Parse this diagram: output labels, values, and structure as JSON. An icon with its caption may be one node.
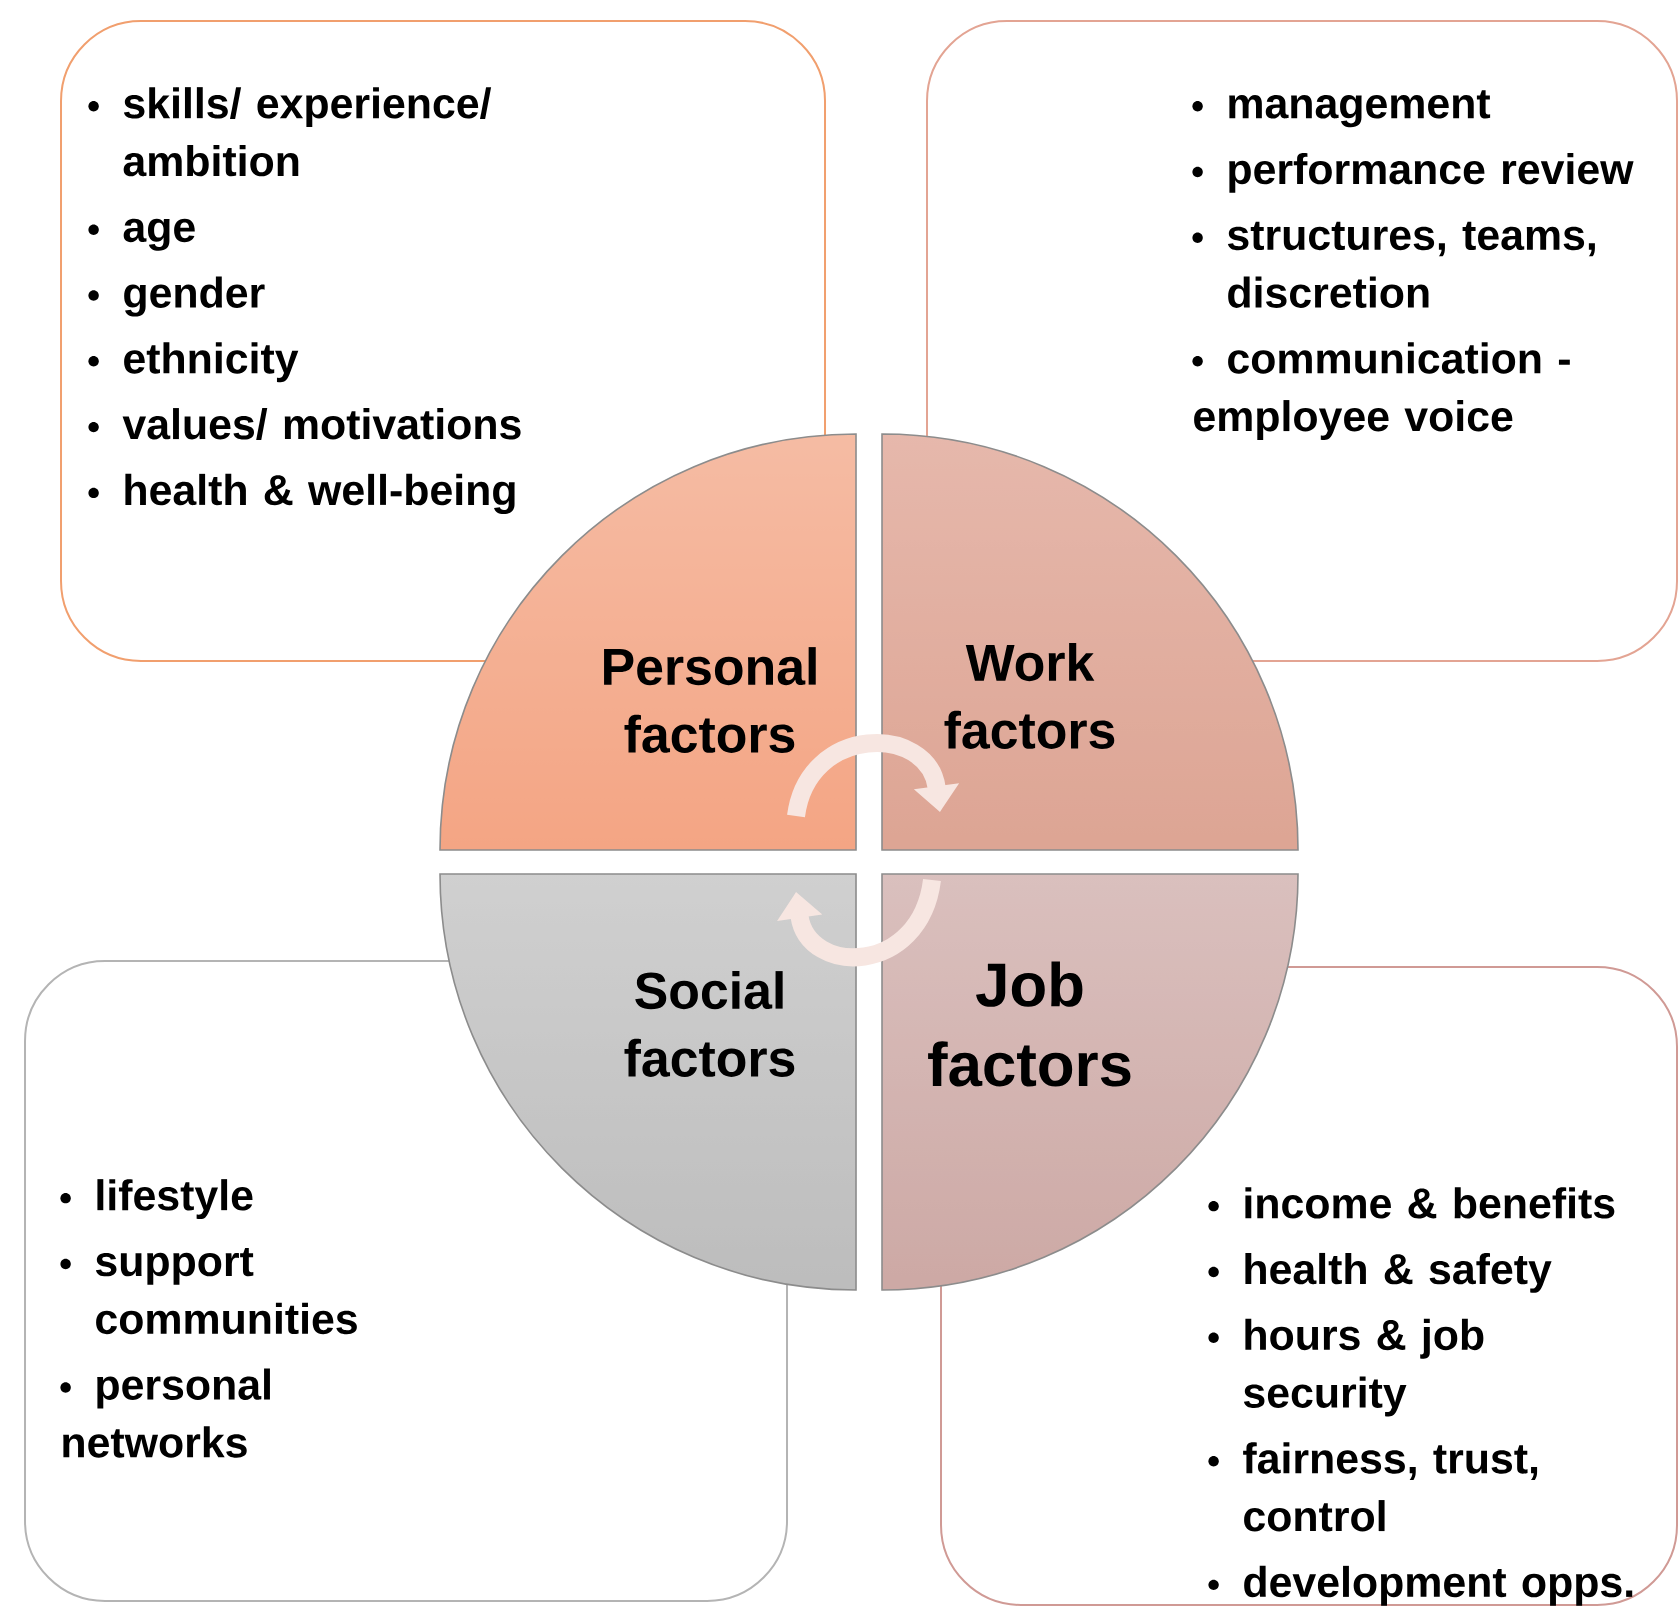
{
  "diagram": {
    "nodes": [
      {
        "text": [
          "skills/ experience/ ambition",
          "age",
          "gender",
          "ethnicity",
          "values/ motivations",
          "health & well-being"
        ]
      },
      {
        "text": [
          "management",
          "performance review",
          "structures, teams, discretion",
          "communication - employee voice"
        ]
      },
      {
        "text": [
          "Personal factors"
        ]
      },
      {
        "text": [
          "Work factors"
        ]
      },
      {
        "text": [
          "Social factors"
        ]
      },
      {
        "text": [
          "Job factors"
        ]
      },
      {
        "text": [
          "lifestyle",
          "support communities",
          "personal networks"
        ]
      },
      {
        "text": [
          "income & benefits",
          "health & safety",
          "hours & job security",
          "fairness, trust, control",
          "development opps."
        ]
      }
    ],
    "edges": [
      {
        "from": 2,
        "to": 3,
        "arrow": "to"
      },
      {
        "from": 5,
        "to": 4,
        "arrow": "to"
      }
    ]
  }
}
